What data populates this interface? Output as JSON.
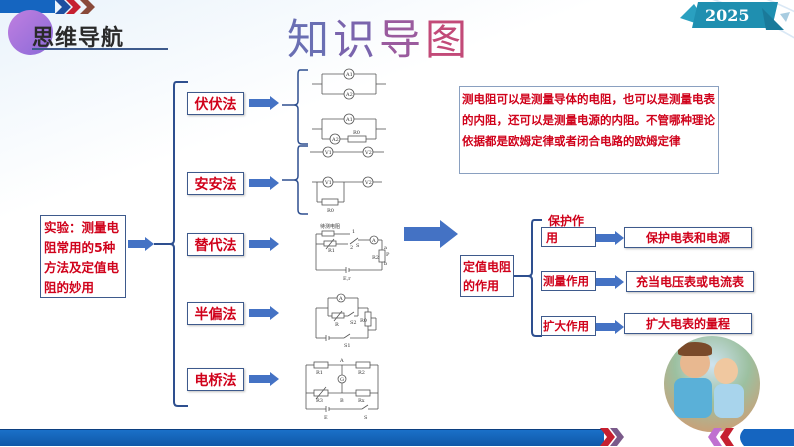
{
  "header": {
    "section_label": "思维导航",
    "title_chars": [
      "知",
      "识",
      "导",
      "图"
    ],
    "title_colors": [
      "#6a6fb3",
      "#7a64ad",
      "#9a5b9e",
      "#c24a78"
    ],
    "year_badge": "2025",
    "badge_color": "#1f8fb0"
  },
  "root": {
    "text": "实验：测量电阻常用的5种方法及定值电阻的妙用"
  },
  "methods": [
    {
      "label": "伏伏法",
      "circuit": "two-ammeters"
    },
    {
      "label": "安安法",
      "circuit": "two-voltmeters"
    },
    {
      "label": "替代法",
      "circuit": "substitution"
    },
    {
      "label": "半偏法",
      "circuit": "half-deflection"
    },
    {
      "label": "电桥法",
      "circuit": "bridge"
    }
  ],
  "circuits": {
    "voltammeter": {
      "a1": "A1",
      "a2": "A2",
      "r0": "R0"
    },
    "voltvolt": {
      "v1": "V1",
      "v2": "V2",
      "r0": "R0"
    },
    "substitution": {
      "title": "待测电阻",
      "p1": "1",
      "p2": "2",
      "s": "S",
      "a": "A",
      "r1": "R1",
      "r2": "R2",
      "pa": "a",
      "pp": "P",
      "pb": "b",
      "e": "E,r"
    },
    "halfdeflection": {
      "a": "A",
      "r": "R",
      "s2": "S2",
      "r0": "R0",
      "s1": "S1"
    },
    "bridge": {
      "r1": "R1",
      "r2": "R2",
      "r3": "R3",
      "rx": "Rx",
      "g": "G",
      "a": "A",
      "b": "B",
      "e": "E",
      "s": "S"
    }
  },
  "note": {
    "text": "测电阻可以是测量导体的电阻，也可以是测量电表的内阻，还可以是测量电源的内阻。不管哪种理论依据都是欧姆定律或者闭合电路的欧姆定律"
  },
  "fixed_resistor": {
    "title": "定值电阻的作用",
    "roles": [
      {
        "label": "保护作用",
        "result": "保护电表和电源"
      },
      {
        "label": "测量作用",
        "result": "充当电压表或电流表"
      },
      {
        "label": "扩大作用",
        "result": "扩大电表的量程"
      }
    ]
  },
  "colors": {
    "accent_red": "#d0021b",
    "arrow_blue": "#4472c4",
    "bracket_blue": "#2e4f8f",
    "footer_blue": "#1565c0"
  }
}
